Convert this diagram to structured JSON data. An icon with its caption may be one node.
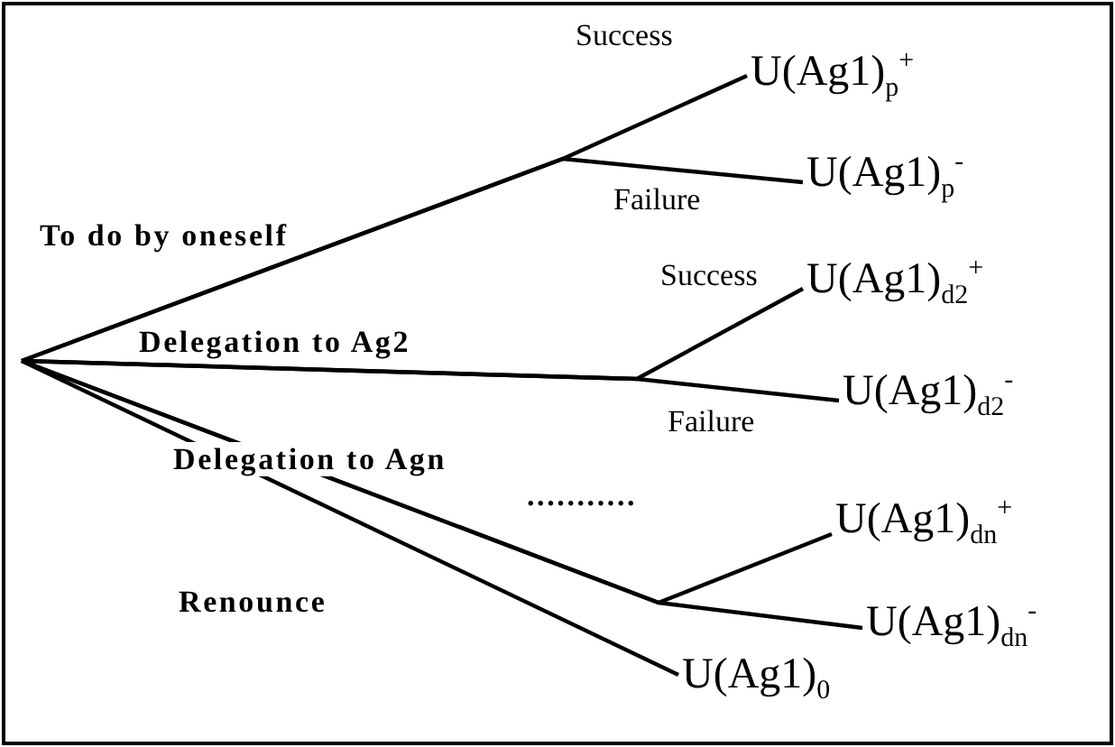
{
  "diagram": {
    "nodes": [
      {
        "text": [
          "U(Ag1)$_{p}$$^{+}$"
        ]
      },
      {
        "text": [
          "U(Ag1)$_{p}$$^{-}$"
        ]
      },
      {
        "text": [
          "U(Ag1)$_{d2}$$^{+}$"
        ]
      },
      {
        "text": [
          "U(Ag1)$_{d2}$$^{-}$"
        ]
      },
      {
        "text": [
          "U(Ag1)$_{dn}$$^{+}$"
        ]
      },
      {
        "text": [
          "U(Ag1)$_{dn}$$^{-}$"
        ]
      },
      {
        "text": [
          "U(Ag1)$_{0}$"
        ]
      }
    ],
    "edges": [
      {
        "from": null,
        "to": 0,
        "arrow": "none",
        "label": "Success"
      },
      {
        "from": null,
        "to": 1,
        "arrow": "none",
        "label": "Failure"
      },
      {
        "from": null,
        "to": 2,
        "arrow": "none",
        "label": "Success"
      },
      {
        "from": null,
        "to": 3,
        "arrow": "none",
        "label": "Failure"
      },
      {
        "from": null,
        "to": 4,
        "arrow": "none"
      },
      {
        "from": null,
        "to": 5,
        "arrow": "none"
      },
      {
        "from": null,
        "to": 6,
        "arrow": "none"
      }
    ],
    "labels": [
      "To do by oneself",
      "Delegation to Ag2",
      "Delegation to Agn",
      "...........",
      "Renounce"
    ]
  }
}
